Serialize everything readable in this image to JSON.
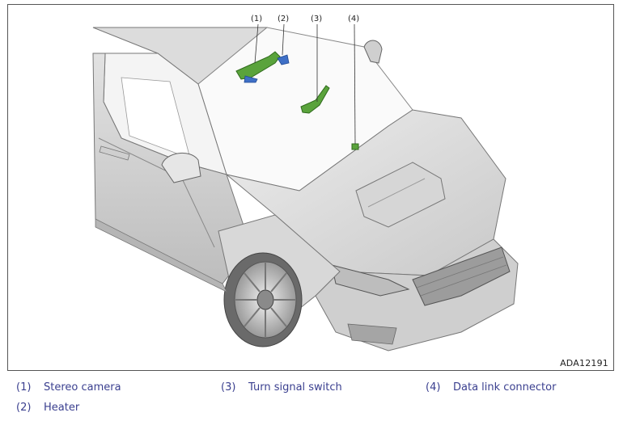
{
  "figure": {
    "id": "ADA12191",
    "callouts": [
      {
        "key": "1",
        "label": "(1)"
      },
      {
        "key": "2",
        "label": "(2)"
      },
      {
        "key": "3",
        "label": "(3)"
      },
      {
        "key": "4",
        "label": "(4)"
      }
    ]
  },
  "legend": [
    {
      "number": "(1)",
      "text": "Stereo camera"
    },
    {
      "number": "(3)",
      "text": "Turn signal switch"
    },
    {
      "number": "(4)",
      "text": "Data link connector"
    },
    {
      "number": "(2)",
      "text": "Heater"
    }
  ],
  "colors": {
    "component_green": "#5aa33c",
    "heater_blue": "#3e6fc6",
    "legend_text": "#3a3f8f",
    "frame": "#555555"
  },
  "icons": [
    "vehicle-illustration"
  ]
}
